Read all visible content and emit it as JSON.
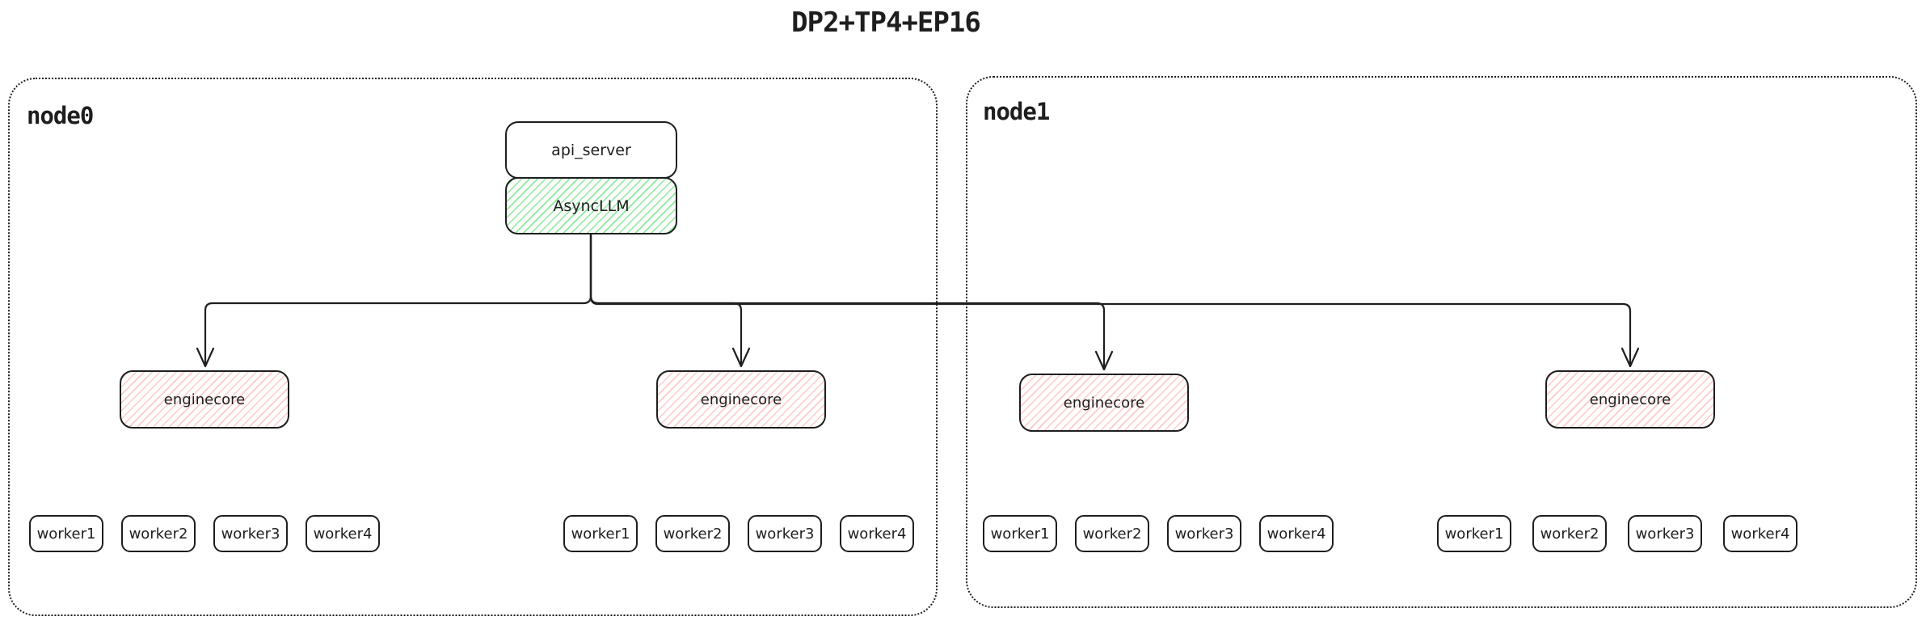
{
  "title": "DP2+TP4+EP16",
  "colors": {
    "stroke": "#1e1e1e",
    "green_hatch": "#8ce99a",
    "red_hatch": "#ffc9c9",
    "background": "#ffffff"
  },
  "nodes": [
    {
      "label": "node0",
      "api_server_label": "api_server",
      "asyncllm_label": "AsyncLLM",
      "enginecores": [
        {
          "label": "enginecore",
          "workers": [
            "worker1",
            "worker2",
            "worker3",
            "worker4"
          ]
        },
        {
          "label": "enginecore",
          "workers": [
            "worker1",
            "worker2",
            "worker3",
            "worker4"
          ]
        }
      ]
    },
    {
      "label": "node1",
      "enginecores": [
        {
          "label": "enginecore",
          "workers": [
            "worker1",
            "worker2",
            "worker3",
            "worker4"
          ]
        },
        {
          "label": "enginecore",
          "workers": [
            "worker1",
            "worker2",
            "worker3",
            "worker4"
          ]
        }
      ]
    }
  ]
}
